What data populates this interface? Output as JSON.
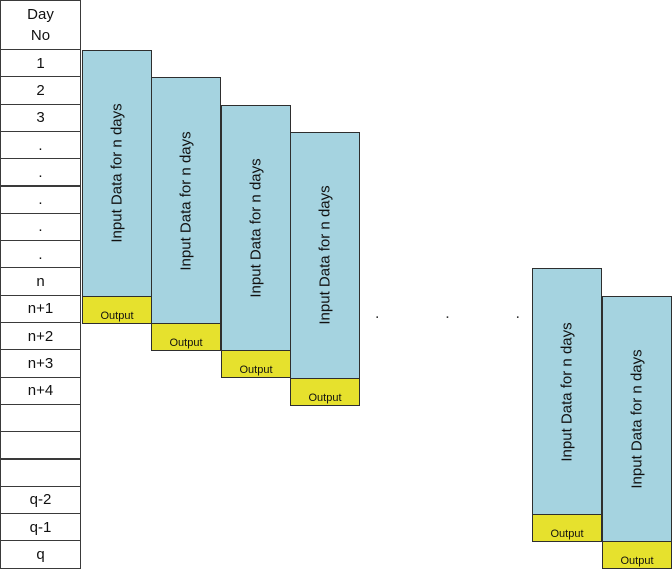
{
  "day_table": {
    "header_line1": "Day",
    "header_line2": "No",
    "rows": [
      "1",
      "2",
      "3",
      ".",
      ".",
      ".",
      ".",
      ".",
      "n",
      "n+1",
      "n+2",
      "n+3",
      "n+4",
      "",
      "",
      "",
      "q-2",
      "q-1",
      "q"
    ]
  },
  "windows": [
    {
      "input_label": "Input Data for n days",
      "output_label": "Output"
    },
    {
      "input_label": "Input Data for n days",
      "output_label": "Output"
    },
    {
      "input_label": "Input Data for n days",
      "output_label": "Output"
    },
    {
      "input_label": "Input Data for n days",
      "output_label": "Output"
    },
    {
      "input_label": "Input Data for n days",
      "output_label": "Output"
    },
    {
      "input_label": "Input Data for n days",
      "output_label": "Output"
    }
  ],
  "ellipsis": [
    ".",
    ".",
    "."
  ],
  "colors": {
    "input_fill": "#a5d3e0",
    "output_fill": "#e6e12d",
    "border": "#2e2e2e"
  }
}
